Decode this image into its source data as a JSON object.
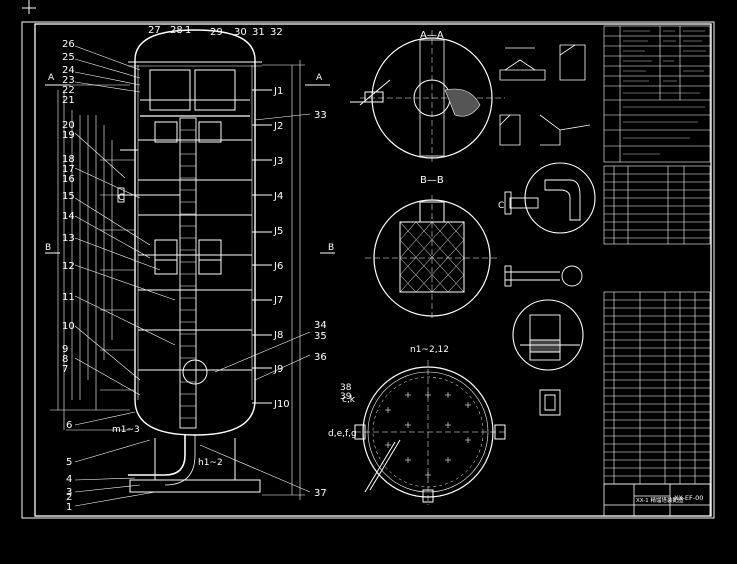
{
  "drawing": {
    "section_labels": {
      "aa": "A—A",
      "bb": "B—B",
      "a_left": "A",
      "a_right": "A",
      "b_left": "B",
      "b_right": "B",
      "c_left": "C"
    },
    "callouts_left": [
      "26",
      "25",
      "24",
      "23",
      "22",
      "21",
      "20",
      "19",
      "18",
      "17",
      "16",
      "15",
      "14",
      "13",
      "12",
      "11",
      "10",
      "9",
      "8",
      "7",
      "6",
      "5",
      "4",
      "3",
      "2",
      "1"
    ],
    "callouts_top": [
      "27",
      "28",
      "1",
      "29",
      "30",
      "31",
      "32"
    ],
    "callouts_right": [
      "33",
      "34",
      "35",
      "36",
      "37"
    ],
    "j_labels": [
      "J1",
      "J2",
      "J3",
      "J4",
      "J5",
      "J6",
      "J7",
      "J8",
      "J9",
      "J10"
    ],
    "nozzle_labels": {
      "m13": "m1~3",
      "h12": "h1~2",
      "n12": "n1~2,12",
      "ck": "c,k",
      "del": "d,e,f,g"
    },
    "part_numbers": [
      "38",
      "39"
    ],
    "title_block": {
      "main": "XX-1 精馏塔装配图",
      "code": "XX-EF-00"
    }
  }
}
